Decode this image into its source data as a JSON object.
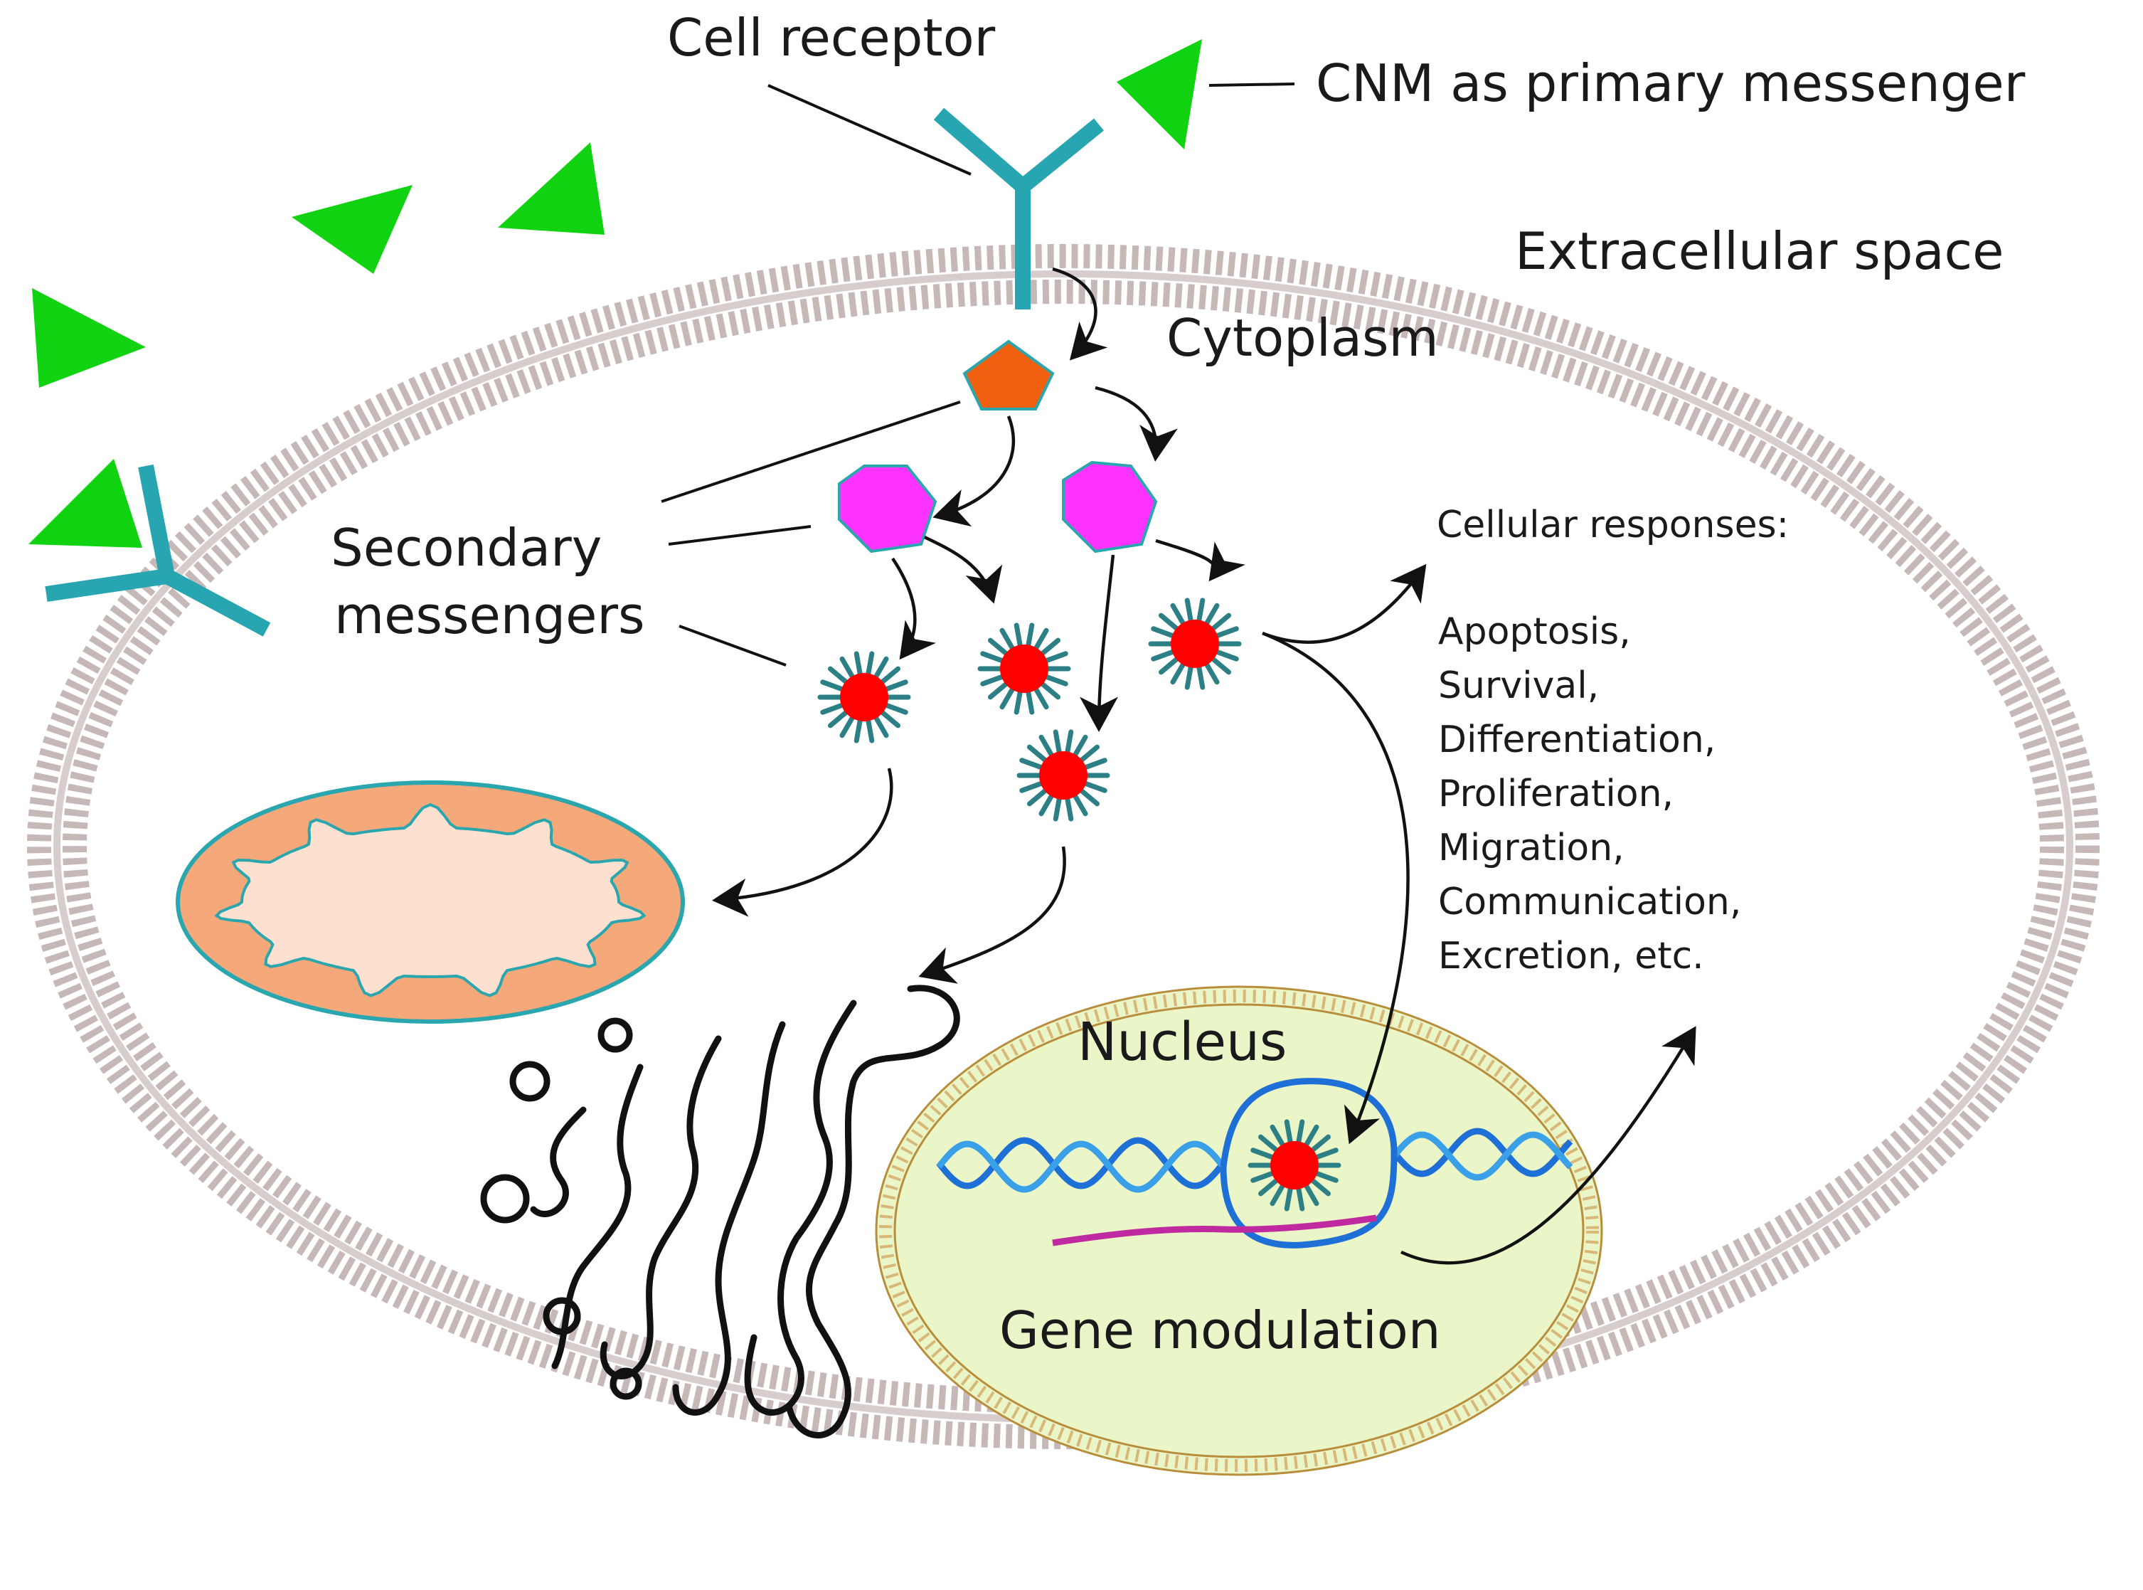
{
  "labels": {
    "cell_receptor": "Cell receptor",
    "cnm_primary": "CNM as primary messenger",
    "extracellular": "Extracellular space",
    "cytoplasm": "Cytoplasm",
    "secondary_line1": "Secondary",
    "secondary_line2": "messengers",
    "cellular_responses": "Cellular responses:",
    "nucleus": "Nucleus",
    "gene_modulation": "Gene modulation"
  },
  "responses": [
    "Apoptosis,",
    "Survival,",
    "Differentiation,",
    "Proliferation,",
    "Migration,",
    "Communication,",
    "Excretion, etc."
  ],
  "colors": {
    "membrane": "#c7b8b8",
    "receptor": "#27a5b0",
    "cnm": "#12d312",
    "pentagon": "#f06010",
    "hexagon": "#ff33ff",
    "particle_core": "#ff0000",
    "particle_spikes": "#2d7f86",
    "mito_outer": "#f5a87a",
    "mito_inner": "#fde0d0",
    "nucleus_fill": "#eaf5c8",
    "nucleus_edge": "#d2b070",
    "dna": "#1e6fd6",
    "rna": "#c02aa0"
  }
}
